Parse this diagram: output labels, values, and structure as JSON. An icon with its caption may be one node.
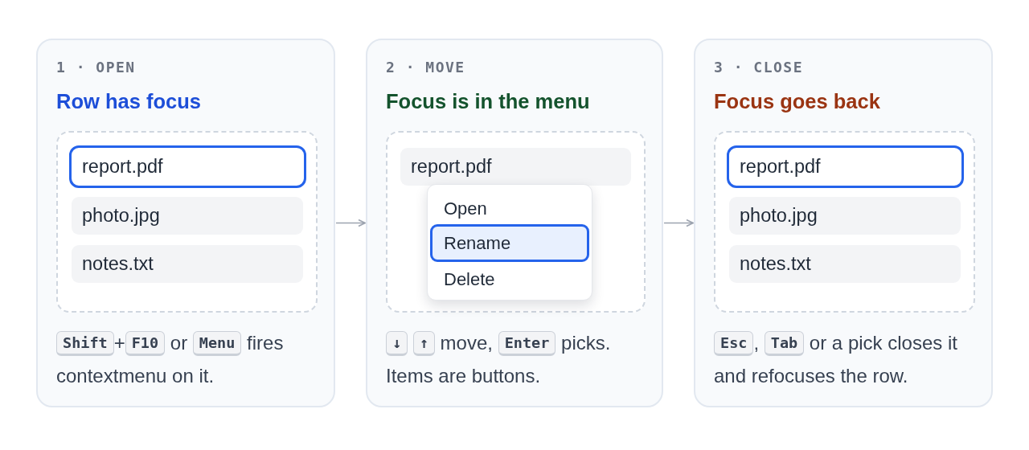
{
  "diagram": {
    "nodes": [
      {
        "text": [
          "1 · OPEN",
          "Row has focus",
          "**Shift**+**F10** or **Menu** fires contextmenu on it."
        ]
      },
      {
        "text": [],
        "shape": "box",
        "in": 0
      },
      {
        "text": [
          "report.pdf"
        ],
        "in": 1
      },
      {
        "text": [
          "photo.jpg"
        ],
        "in": 1
      },
      {
        "text": [
          "notes.txt"
        ],
        "in": 1
      },
      {
        "text": [
          "2 · MOVE",
          "Focus is in the menu",
          "**↓** **↑** move, **Enter** picks. Items are buttons."
        ]
      },
      {
        "text": [],
        "shape": "box",
        "in": 5
      },
      {
        "text": [
          "report.pdf"
        ],
        "in": 6
      },
      {
        "text": [],
        "shape": "box",
        "in": 6
      },
      {
        "text": [
          "Open"
        ],
        "in": 8
      },
      {
        "text": [
          "Rename"
        ],
        "in": 8
      },
      {
        "text": [
          "Delete"
        ],
        "in": 8
      },
      {
        "text": [
          "3 · CLOSE",
          "Focus goes back",
          "**Esc**, **Tab** or a pick closes it and refocuses the row."
        ]
      },
      {
        "text": [],
        "shape": "box",
        "in": 12
      },
      {
        "text": [
          "report.pdf"
        ],
        "in": 13
      },
      {
        "text": [
          "photo.jpg"
        ],
        "in": 13
      },
      {
        "text": [
          "notes.txt"
        ],
        "in": 13
      }
    ],
    "edges": [
      {
        "from": 0,
        "to": 5,
        "arrow": "to"
      },
      {
        "from": 5,
        "to": 12,
        "arrow": "to"
      }
    ]
  }
}
